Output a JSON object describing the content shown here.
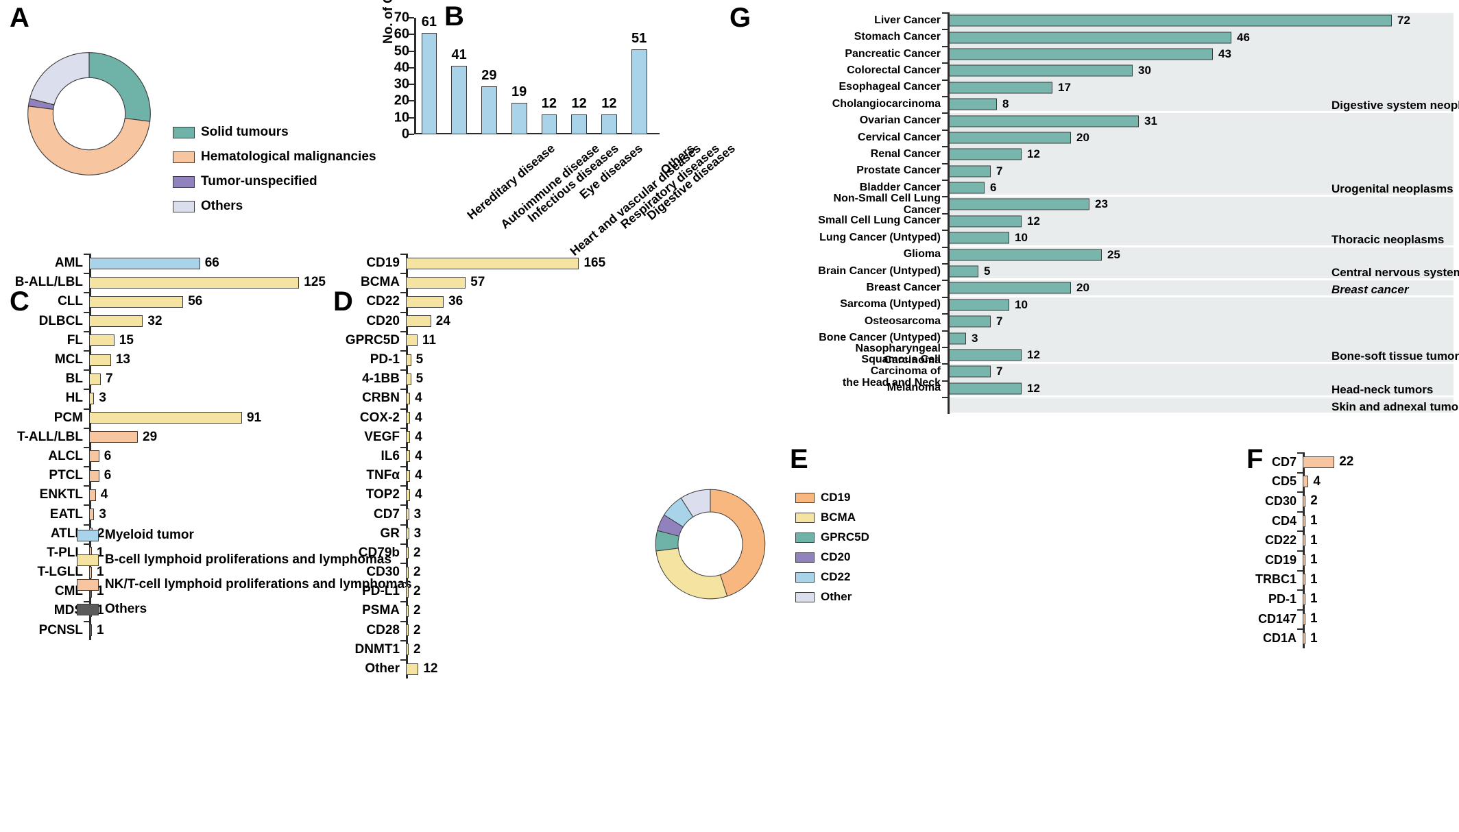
{
  "panels": {
    "A": {
      "letter": "A"
    },
    "B": {
      "letter": "B"
    },
    "C": {
      "letter": "C"
    },
    "D": {
      "letter": "D"
    },
    "E": {
      "letter": "E"
    },
    "F": {
      "letter": "F"
    },
    "G": {
      "letter": "G"
    }
  },
  "colors": {
    "solid_tumours": "#6fb3a8",
    "hematological": "#f7c5a0",
    "tumor_unspecified": "#9181bd",
    "others_lav": "#dbdeec",
    "myeloid": "#a8d3e8",
    "bcell": "#f4e3a1",
    "nkt": "#f7c5a0",
    "others_gray": "#5b5b5b",
    "target_yellow": "#f4e3a1",
    "teal_bar": "#77b5ad",
    "band_gray": "#e8eced"
  },
  "chart_data": [
    {
      "panel": "A",
      "type": "pie",
      "title": "",
      "legend_position": "right",
      "labels": [
        "Solid tumours",
        "Hematological malignancies",
        "Tumor-unspecified",
        "Others"
      ],
      "values": [
        27,
        50,
        2,
        21
      ],
      "colors": [
        "#6fb3a8",
        "#f7c5a0",
        "#9181bd",
        "#dbdeec"
      ]
    },
    {
      "panel": "B",
      "type": "bar",
      "title": "",
      "xlabel": "",
      "ylabel": "No. of Clinical Trials",
      "ylim": [
        0,
        70
      ],
      "yticks": [
        0,
        10,
        20,
        30,
        40,
        50,
        60,
        70
      ],
      "grid": false,
      "categories": [
        "Hereditary disease",
        "Autoimmune disease",
        "Infectious diseases",
        "Heart and vascular diseases",
        "Eye diseases",
        "Respiratory diseases",
        "Digestive diseases",
        "Others"
      ],
      "values": [
        61,
        41,
        29,
        19,
        12,
        12,
        12,
        51
      ],
      "bar_color": "#a8d3e8"
    },
    {
      "panel": "C",
      "type": "bar",
      "orientation": "horizontal",
      "title": "",
      "xlabel": "",
      "ylabel": "",
      "categories": [
        "AML",
        "B-ALL/LBL",
        "CLL",
        "DLBCL",
        "FL",
        "MCL",
        "BL",
        "HL",
        "PCM",
        "T-ALL/LBL",
        "ALCL",
        "PTCL",
        "ENKTL",
        "EATL",
        "ATLL",
        "T-PLL",
        "T-LGLL",
        "CML",
        "MDS",
        "PCNSL"
      ],
      "values": [
        66,
        125,
        56,
        32,
        15,
        13,
        7,
        3,
        91,
        29,
        6,
        6,
        4,
        3,
        2,
        1,
        1,
        1,
        1,
        1
      ],
      "groups": [
        "myeloid",
        "bcell",
        "bcell",
        "bcell",
        "bcell",
        "bcell",
        "bcell",
        "bcell",
        "bcell",
        "nkt",
        "nkt",
        "nkt",
        "nkt",
        "nkt",
        "nkt",
        "nkt",
        "nkt",
        "others",
        "others",
        "others"
      ],
      "legend": [
        {
          "label": "Myeloid tumor",
          "color": "#a8d3e8"
        },
        {
          "label": "B-cell lymphoid proliferations and lymphomas",
          "color": "#f4e3a1"
        },
        {
          "label": "NK/T-cell lymphoid proliferations and lymphomas",
          "color": "#f7c5a0"
        },
        {
          "label": "Others",
          "color": "#5b5b5b"
        }
      ]
    },
    {
      "panel": "D",
      "type": "bar",
      "orientation": "horizontal",
      "title": "",
      "categories": [
        "CD19",
        "BCMA",
        "CD22",
        "CD20",
        "GPRC5D",
        "PD-1",
        "4-1BB",
        "CRBN",
        "COX-2",
        "VEGF",
        "IL6",
        "TNFα",
        "TOP2",
        "CD7",
        "GR",
        "CD79b",
        "CD30",
        "PD-L1",
        "PSMA",
        "CD28",
        "DNMT1",
        "Other"
      ],
      "values": [
        165,
        57,
        36,
        24,
        11,
        5,
        5,
        4,
        4,
        4,
        4,
        4,
        4,
        3,
        3,
        2,
        2,
        2,
        2,
        2,
        2,
        12
      ],
      "bar_color": "#f4e3a1"
    },
    {
      "panel": "E",
      "type": "pie",
      "title": "",
      "legend_position": "right",
      "labels": [
        "CD19",
        "BCMA",
        "GPRC5D",
        "CD20",
        "CD22",
        "Other"
      ],
      "values": [
        45,
        28,
        6,
        5,
        7,
        9
      ],
      "colors": [
        "#f7b77f",
        "#f4e3a1",
        "#6fb3a8",
        "#9181bd",
        "#a8d3e8",
        "#dbdeec"
      ]
    },
    {
      "panel": "F",
      "type": "bar",
      "orientation": "horizontal",
      "title": "",
      "categories": [
        "CD7",
        "CD5",
        "CD30",
        "CD4",
        "CD22",
        "CD19",
        "TRBC1",
        "PD-1",
        "CD147",
        "CD1A"
      ],
      "values": [
        22,
        4,
        2,
        1,
        1,
        1,
        1,
        1,
        1,
        1
      ],
      "bar_color": "#f7c5a0"
    },
    {
      "panel": "G",
      "type": "bar",
      "orientation": "horizontal",
      "title": "",
      "xlim": [
        0,
        80
      ],
      "bar_color": "#77b5ad",
      "categories": [
        "Liver Cancer",
        "Stomach Cancer",
        "Pancreatic Cancer",
        "Colorectal Cancer",
        "Esophageal Cancer",
        "Cholangiocarcinoma",
        "Ovarian Cancer",
        "Cervical Cancer",
        "Renal Cancer",
        "Prostate Cancer",
        "Bladder Cancer",
        "Non-Small Cell Lung Cancer",
        "Small Cell Lung Cancer",
        "Lung Cancer (Untyped)",
        "Glioma",
        "Brain Cancer (Untyped)",
        "Breast Cancer",
        "Sarcoma (Untyped)",
        "Osteosarcoma",
        "Bone Cancer (Untyped)",
        "Nasopharyngeal Carcinoma",
        "Squamous Cell Carcinoma of the Head and Neck",
        "Melanoma"
      ],
      "values": [
        72,
        46,
        43,
        30,
        17,
        8,
        31,
        20,
        12,
        7,
        6,
        23,
        12,
        10,
        25,
        5,
        20,
        10,
        7,
        3,
        12,
        7,
        12
      ],
      "group_labels": [
        "Digestive system neoplasms",
        "Urogenital neoplasms",
        "Thoracic neoplasms",
        "Central nervous system neoplasms",
        "Breast cancer",
        "Bone-soft tissue tumors",
        "Head-neck tumors",
        "Skin and adnexal tumors"
      ],
      "group_sizes": [
        6,
        5,
        3,
        2,
        1,
        4,
        2,
        1
      ],
      "group_italic": [
        false,
        false,
        false,
        false,
        true,
        false,
        false,
        false
      ]
    }
  ]
}
